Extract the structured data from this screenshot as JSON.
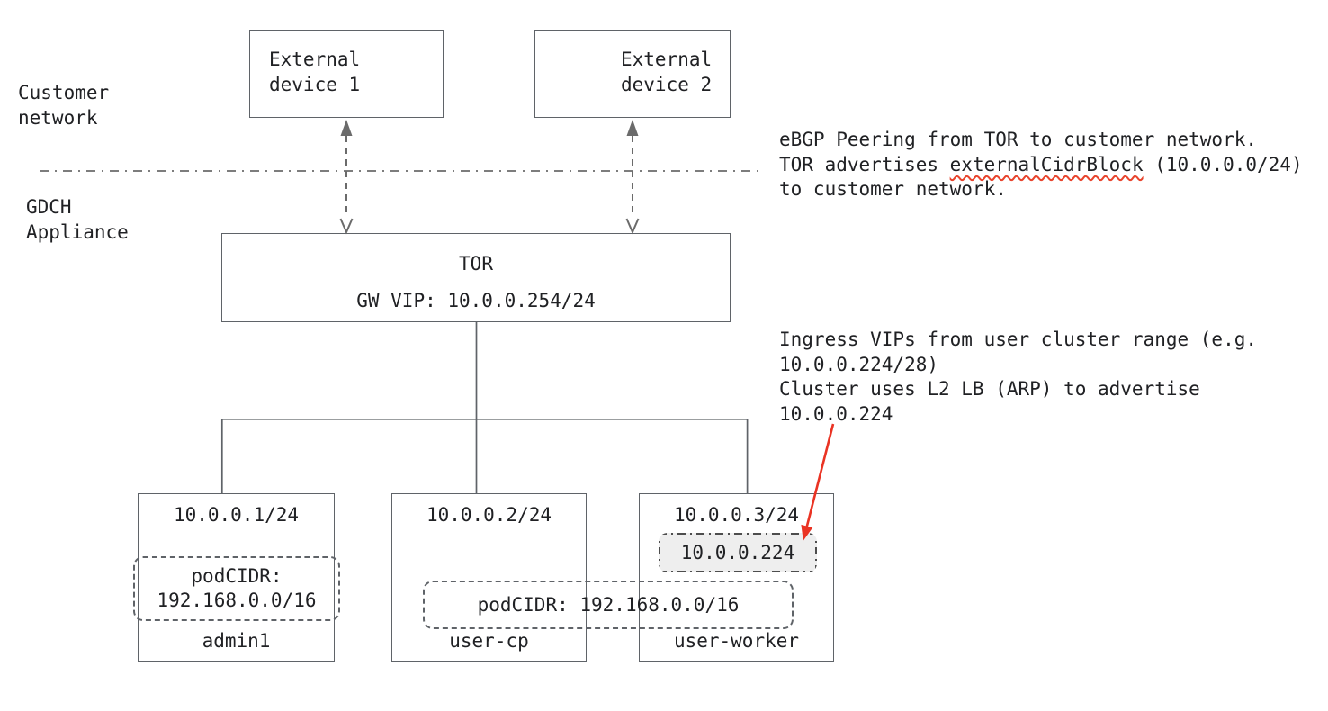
{
  "zones": {
    "customer_network_label": "Customer\nnetwork",
    "gdch_appliance_label": "GDCH\nAppliance"
  },
  "external_devices": {
    "device_1_label": "External\ndevice 1",
    "device_2_label": "External\ndevice 2"
  },
  "tor": {
    "name": "TOR",
    "gw_vip": "GW VIP: 10.0.0.254/24"
  },
  "annotations": {
    "ebgp": {
      "line_1": "eBGP Peering from TOR to customer network.",
      "line_2_prefix": "TOR advertises ",
      "line_2_underlined": "externalCidrBlock",
      "line_2_suffix": " (10.0.0.0/24)",
      "line_3": "to customer network."
    },
    "ingress": "Ingress VIPs from user cluster range (e.g.\n10.0.0.224/28)\nCluster uses L2 LB (ARP) to advertise\n10.0.0.224"
  },
  "nodes": {
    "admin1": {
      "ip": "10.0.0.1/24",
      "pod_cidr": "podCIDR:\n192.168.0.0/16",
      "name": "admin1"
    },
    "user_cp": {
      "ip": "10.0.0.2/24",
      "name": "user-cp"
    },
    "user_worker": {
      "ip": "10.0.0.3/24",
      "ingress_vip": "10.0.0.224",
      "name": "user-worker"
    },
    "user_cluster_pod_cidr": "podCIDR: 192.168.0.0/16"
  },
  "colors": {
    "box_border_gray": "#5f6368",
    "connector_gray": "#6b6b6b",
    "text": "#202124",
    "callout_arrow_red": "#ea3323",
    "squiggle_red": "#e8432c",
    "vip_fill": "#eeeeee"
  }
}
